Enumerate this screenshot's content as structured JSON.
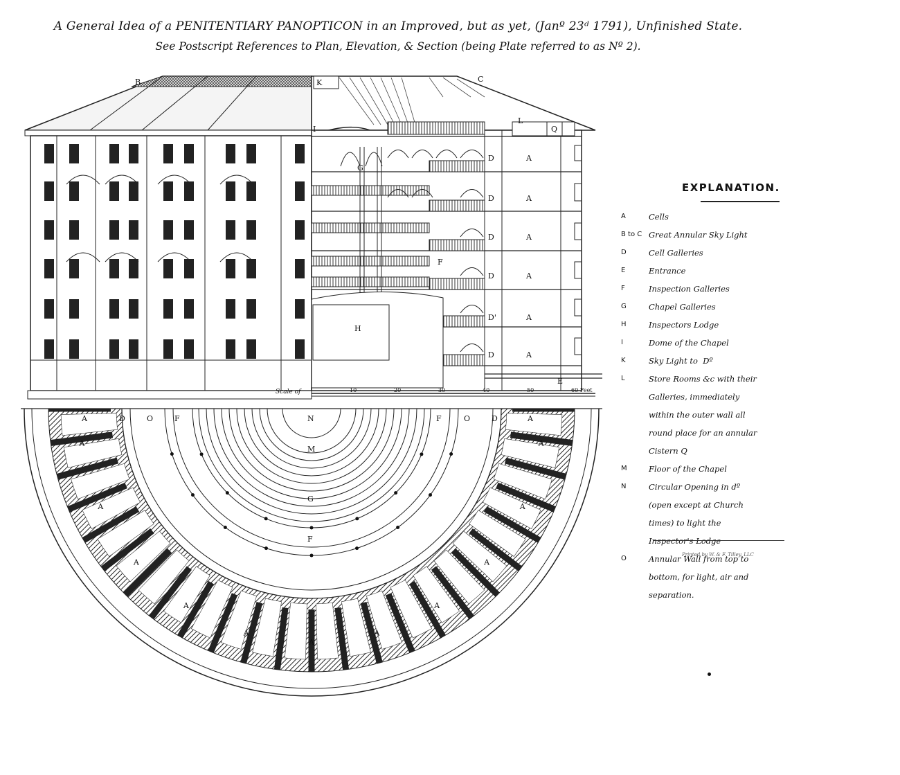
{
  "title": {
    "line1": "A General Idea of a PENITENTIARY PANOPTICON in an Improved, but as yet, (Janº 23ᵈ 1791), Unfinished State.",
    "line2": "See Postscript References to Plan, Elevation, & Section (being Plate referred to as Nº 2)."
  },
  "explanation": {
    "heading": "EXPLANATION.",
    "items": [
      {
        "key": "A",
        "text": "Cells"
      },
      {
        "key": "B to C",
        "text": "Great Annular Sky Light"
      },
      {
        "key": "D",
        "text": "Cell Galleries"
      },
      {
        "key": "E",
        "text": "Entrance"
      },
      {
        "key": "F",
        "text": "Inspection Galleries"
      },
      {
        "key": "G",
        "text": "Chapel Galleries"
      },
      {
        "key": "H",
        "text": "Inspectors Lodge"
      },
      {
        "key": "I",
        "text": "Dome of the Chapel"
      },
      {
        "key": "K",
        "text": "Sky Light to  Dº"
      },
      {
        "key": "L",
        "text": "Store Rooms &c with their Galleries, immediately within the outer wall all round place for an annular Cistern Q"
      },
      {
        "key": "M",
        "text": "Floor of the Chapel"
      },
      {
        "key": "N",
        "text": "Circular Opening in dº (open except at Church times) to light the Inspector's Lodge"
      },
      {
        "key": "O",
        "text": "Annular Wall from top to bottom, for light, air and separation."
      }
    ],
    "imprint": "Printed by W. & F. Tilley, LLC"
  },
  "scale": {
    "label": "Scale of",
    "ticks": [
      "10",
      "20",
      "30",
      "40",
      "50",
      "60 Feet"
    ]
  },
  "section_labels": {
    "B": "B",
    "K": "K",
    "C": "C",
    "L": "L",
    "Q": "Q",
    "I": "I",
    "G": "G",
    "H": "H",
    "E": "E",
    "F": "F",
    "D": "D",
    "D2": "D'",
    "A": "A"
  },
  "plan_labels": {
    "A": "A",
    "D": "D",
    "O": "O",
    "F": "F",
    "N": "N",
    "M": "M",
    "G": "G"
  }
}
